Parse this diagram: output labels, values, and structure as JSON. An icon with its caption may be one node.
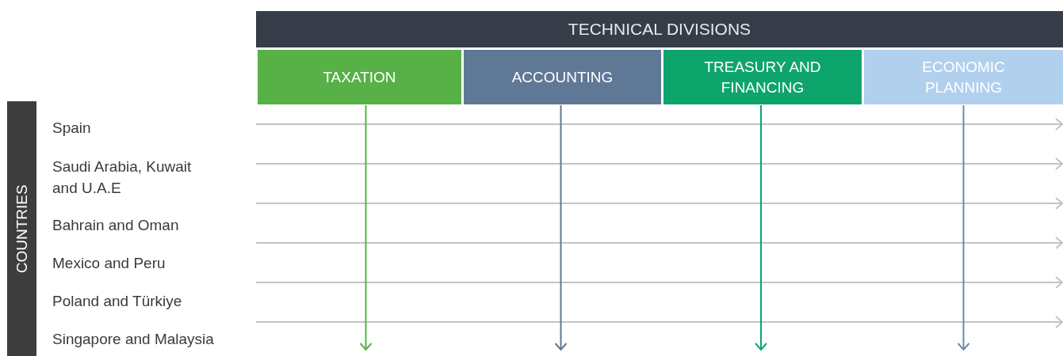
{
  "diagram": {
    "nodes": [
      {
        "text": [
          "TECHNICAL DIVISIONS"
        ]
      },
      {
        "text": [
          "TAXATION"
        ]
      },
      {
        "text": [
          "ACCOUNTING"
        ]
      },
      {
        "text": [
          "TREASURY AND FINANCING"
        ]
      },
      {
        "text": [
          "ECONOMIC PLANNING"
        ]
      },
      {
        "text": [
          "COUNTRIES"
        ]
      },
      {
        "text": [
          "Spain"
        ]
      },
      {
        "text": [
          "Saudi Arabia, Kuwait and U.A.E"
        ]
      },
      {
        "text": [
          "Bahrain and Oman"
        ]
      },
      {
        "text": [
          "Mexico and Peru"
        ]
      },
      {
        "text": [
          "Poland and Türkiye"
        ]
      },
      {
        "text": [
          "Singapore and Malaysia"
        ]
      }
    ],
    "edges": [
      {
        "from": 1,
        "to": null,
        "arrow": "to",
        "color": "#57b146"
      },
      {
        "from": 2,
        "to": null,
        "arrow": "to",
        "color": "#5f7896"
      },
      {
        "from": 3,
        "to": null,
        "arrow": "to",
        "color": "#0ea56c"
      },
      {
        "from": 4,
        "to": null,
        "arrow": "to",
        "color": "#6b8cb0"
      }
    ]
  }
}
